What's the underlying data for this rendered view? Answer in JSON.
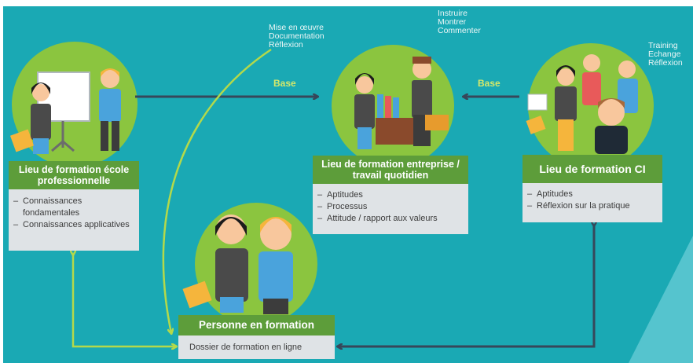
{
  "colors": {
    "background": "#1aa9b4",
    "circle": "#8bc53f",
    "label_green": "#5d9d3a",
    "card": "#dfe3e6",
    "arrow_dark": "#37475a",
    "arrow_green": "#b4d94a",
    "base_text": "#d6e86a"
  },
  "school": {
    "label": "Lieu de formation école professionnelle",
    "items": [
      "Connaissances fondamentales",
      "Connaissances applicatives"
    ]
  },
  "company": {
    "label": "Lieu de formation entreprise / travail quotidien",
    "items": [
      "Aptitudes",
      "Processus",
      "Attitude / rapport aux valeurs"
    ],
    "notes": [
      "Instruire",
      "Montrer",
      "Commenter"
    ]
  },
  "ci": {
    "label": "Lieu de formation CI",
    "items": [
      "Aptitudes",
      "Réflexion sur la pratique"
    ],
    "notes": [
      "Training",
      "Echange",
      "Réflexion"
    ]
  },
  "learner": {
    "label": "Personne en formation",
    "dossier": "Dossier de formation en ligne"
  },
  "school_notes": [
    "Mise en œuvre",
    "Documentation",
    "Réflexion"
  ],
  "arrows": {
    "base_left": "Base",
    "base_right": "Base"
  }
}
